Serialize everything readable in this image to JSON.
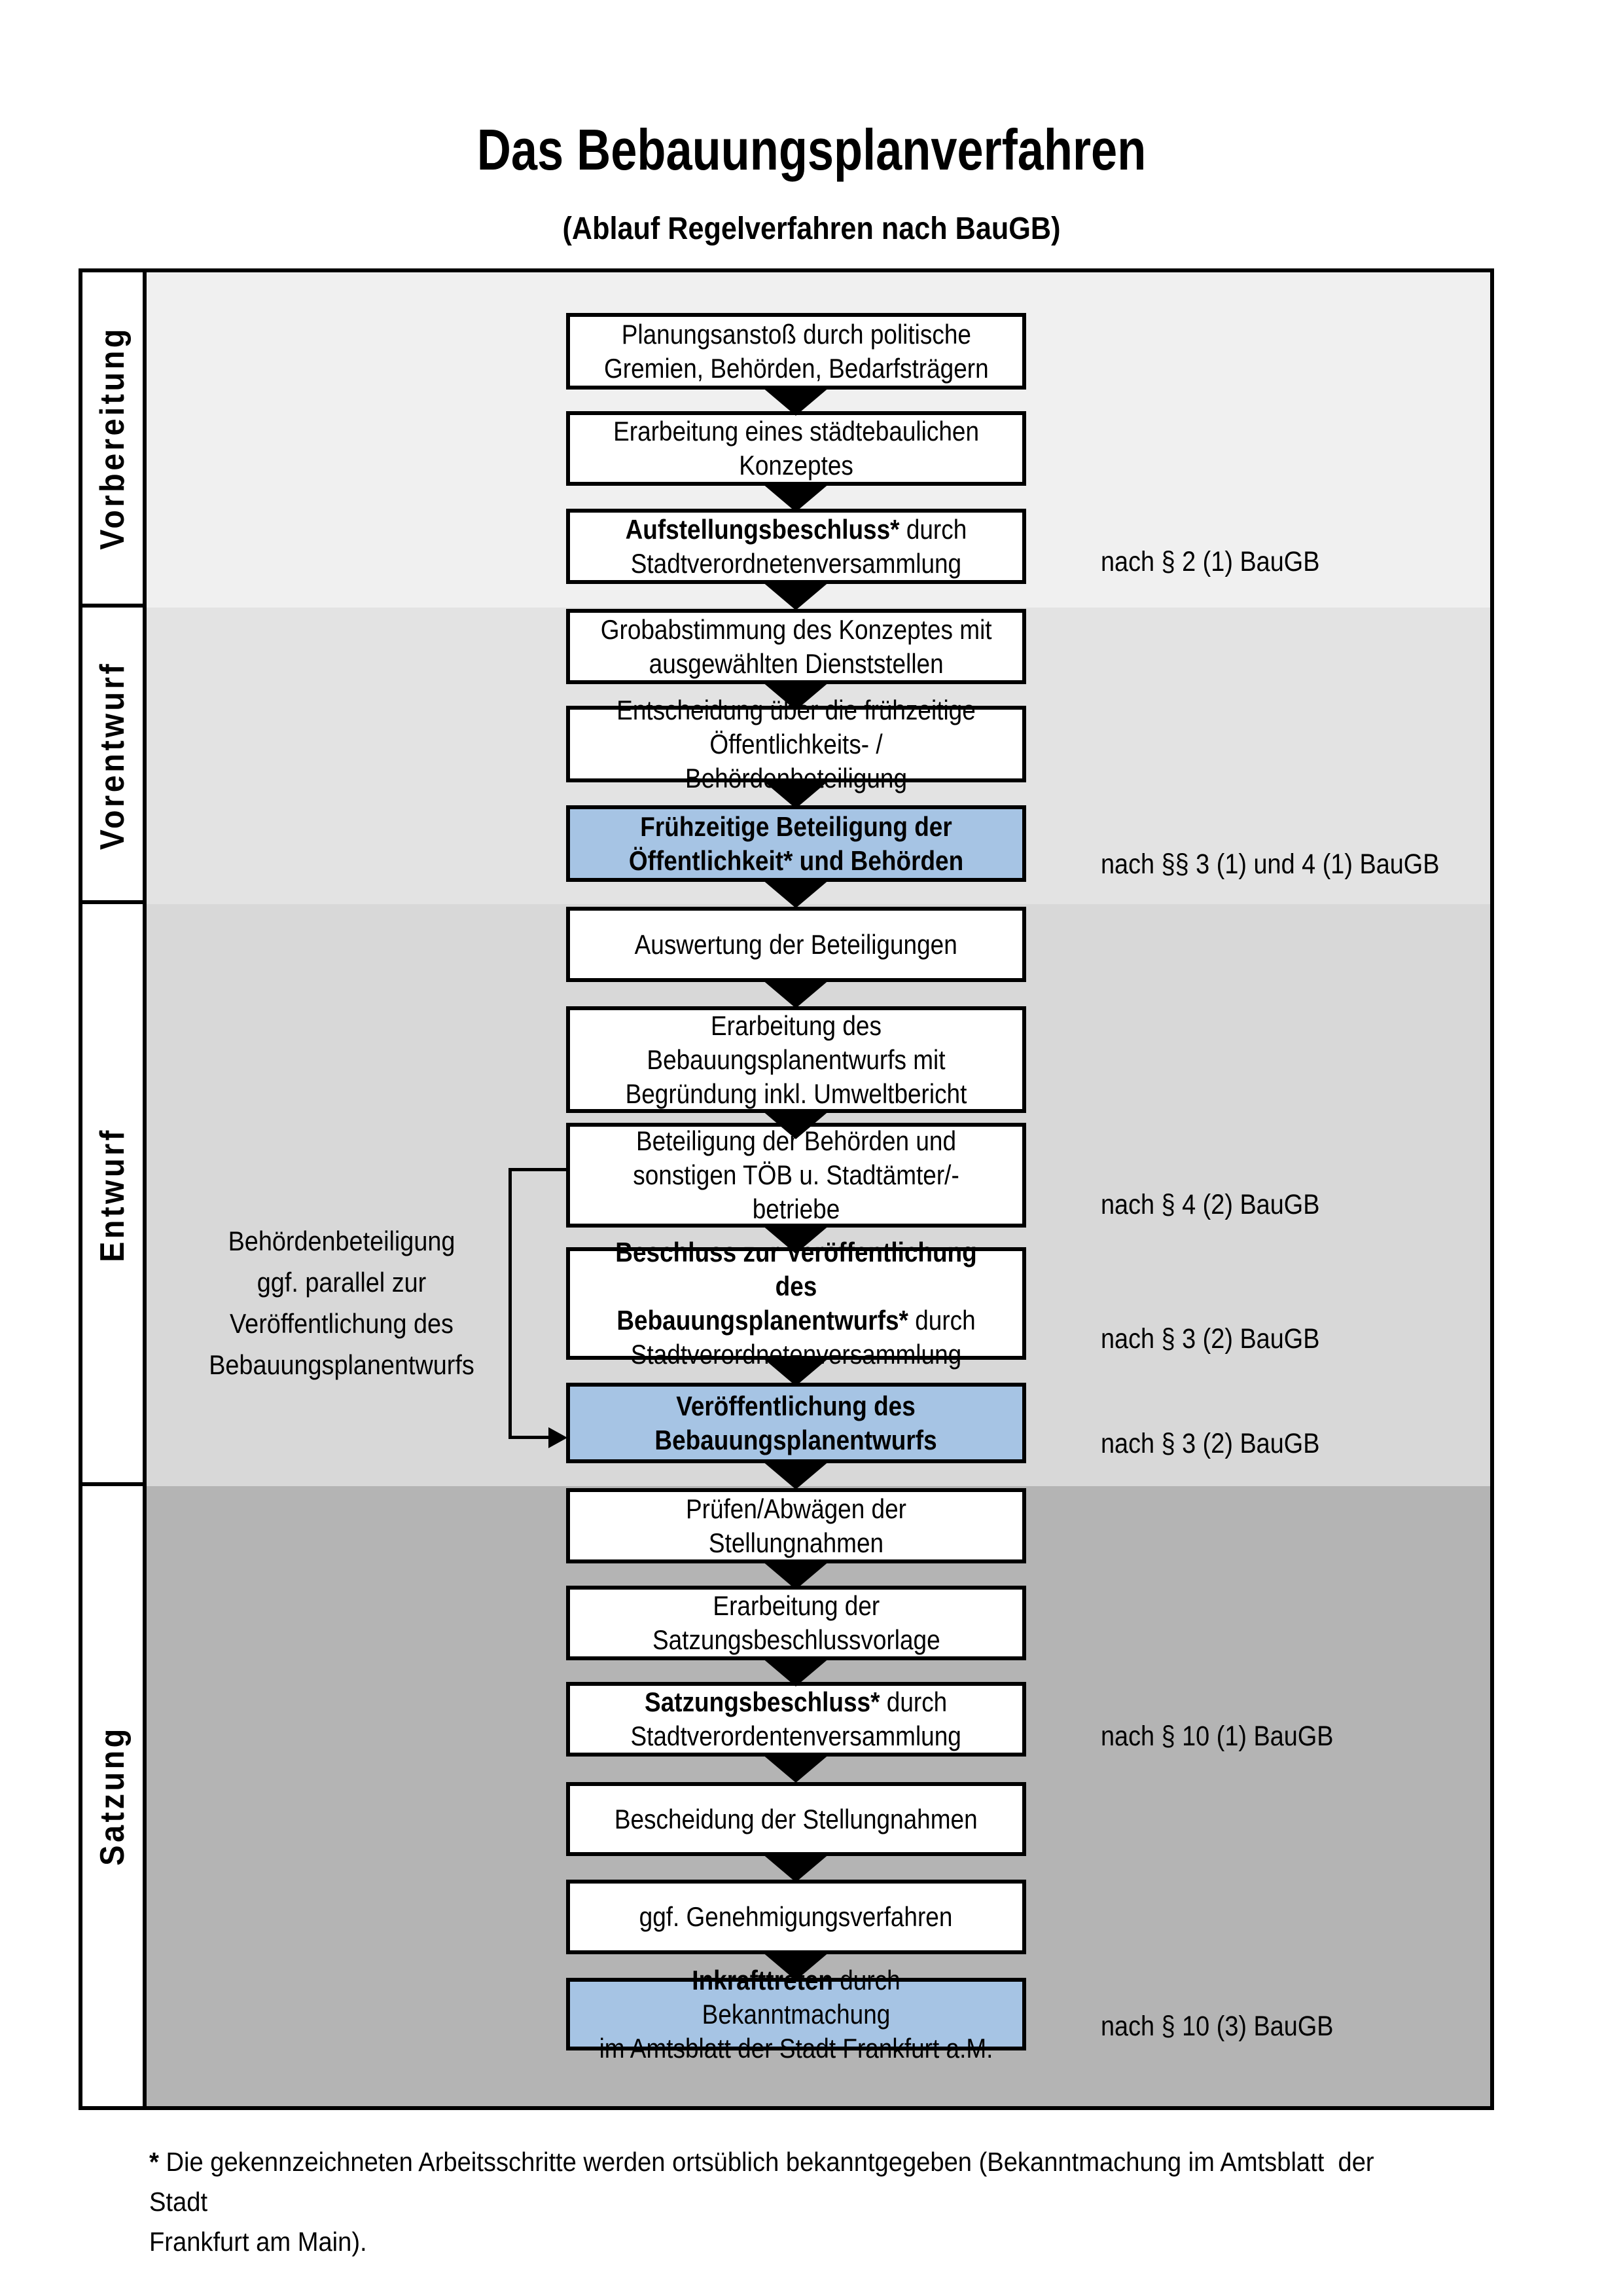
{
  "title": "Das Bebauungsplanverfahren",
  "subtitle": "(Ablauf Regelverfahren nach BauGB)",
  "colors": {
    "highlight_box_blue": "#a6c4e4",
    "band_vorbereitung": "#f0f0f0",
    "band_vorentwurf": "#e3e3e3",
    "band_entwurf": "#d8d8d8",
    "band_satzung": "#b4b4b4",
    "box_border": "#000000"
  },
  "phases": [
    {
      "label": "Vorbereitung"
    },
    {
      "label": "Vorentwurf"
    },
    {
      "label": "Entwurf"
    },
    {
      "label": "Satzung"
    }
  ],
  "steps": [
    {
      "phase": "Vorbereitung",
      "highlight": false,
      "parts": [
        [
          "Planungsanstoß durch politische\nGremien, Behörden, Bedarfsträgern",
          false
        ]
      ]
    },
    {
      "phase": "Vorbereitung",
      "highlight": false,
      "parts": [
        [
          "Erarbeitung eines städtebaulichen\nKonzeptes",
          false
        ]
      ]
    },
    {
      "phase": "Vorbereitung",
      "highlight": false,
      "parts": [
        [
          "Aufstellungsbeschluss*",
          true
        ],
        [
          " durch\nStadtverordnetenversammlung",
          false
        ]
      ],
      "annotation": "nach § 2 (1) BauGB"
    },
    {
      "phase": "Vorentwurf",
      "highlight": false,
      "parts": [
        [
          "Grobabstimmung des Konzeptes mit\nausgewählten Dienststellen",
          false
        ]
      ]
    },
    {
      "phase": "Vorentwurf",
      "highlight": false,
      "parts": [
        [
          "Entscheidung über die frühzeitige\nÖffentlichkeits- / Behördenbeteiligung",
          false
        ]
      ]
    },
    {
      "phase": "Vorentwurf",
      "highlight": true,
      "parts": [
        [
          "Frühzeitige Beteiligung der\nÖffentlichkeit* und Behörden",
          true
        ]
      ],
      "annotation": "nach §§ 3 (1) und 4 (1) BauGB"
    },
    {
      "phase": "Entwurf",
      "highlight": false,
      "parts": [
        [
          "Auswertung der Beteiligungen",
          false
        ]
      ]
    },
    {
      "phase": "Entwurf",
      "highlight": false,
      "parts": [
        [
          "Erarbeitung des\nBebauungsplanentwurfs mit\nBegründung inkl. Umweltbericht",
          false
        ]
      ]
    },
    {
      "phase": "Entwurf",
      "highlight": false,
      "parts": [
        [
          "Beteiligung der Behörden und\nsonstigen TÖB u. Stadtämter/-betriebe",
          false
        ]
      ],
      "annotation": "nach § 4 (2) BauGB"
    },
    {
      "phase": "Entwurf",
      "highlight": false,
      "parts": [
        [
          "Beschluss zur Veröffentlichung des\nBebauungsplanentwurfs*",
          true
        ],
        [
          " durch\nStadtverordnetenversammlung",
          false
        ]
      ],
      "annotation": "nach § 3 (2) BauGB"
    },
    {
      "phase": "Entwurf",
      "highlight": true,
      "parts": [
        [
          "Veröffentlichung des\nBebauungsplanentwurfs",
          true
        ]
      ],
      "annotation": "nach § 3 (2) BauGB"
    },
    {
      "phase": "Satzung",
      "highlight": false,
      "parts": [
        [
          "Prüfen/Abwägen der Stellungnahmen",
          false
        ]
      ]
    },
    {
      "phase": "Satzung",
      "highlight": false,
      "parts": [
        [
          "Erarbeitung der\nSatzungsbeschlussvorlage",
          false
        ]
      ]
    },
    {
      "phase": "Satzung",
      "highlight": false,
      "parts": [
        [
          "Satzungsbeschluss*",
          true
        ],
        [
          " durch\nStadtverordentenversammlung",
          false
        ]
      ],
      "annotation": "nach § 10 (1) BauGB"
    },
    {
      "phase": "Satzung",
      "highlight": false,
      "parts": [
        [
          "Bescheidung der Stellungnahmen",
          false
        ]
      ]
    },
    {
      "phase": "Satzung",
      "highlight": false,
      "parts": [
        [
          "ggf. Genehmigungsverfahren",
          false
        ]
      ]
    },
    {
      "phase": "Satzung",
      "highlight": true,
      "parts": [
        [
          "Inkrafttreten",
          true
        ],
        [
          " durch Bekanntmachung\nim Amtsblatt der Stadt Frankfurt a.M.",
          false
        ]
      ],
      "annotation": "nach § 10 (3) BauGB"
    }
  ],
  "side_note": "Behördenbeteiligung\nggf. parallel zur\nVeröffentlichung des\nBebauungsplanentwurfs",
  "footnote": {
    "parts": [
      [
        "*",
        true
      ],
      [
        " Die gekennzeichneten Arbeitsschritte werden ortsüblich bekanntgegeben (Bekanntmachung im Amtsblatt  der Stadt\nFrankfurt am Main).",
        false
      ]
    ]
  }
}
